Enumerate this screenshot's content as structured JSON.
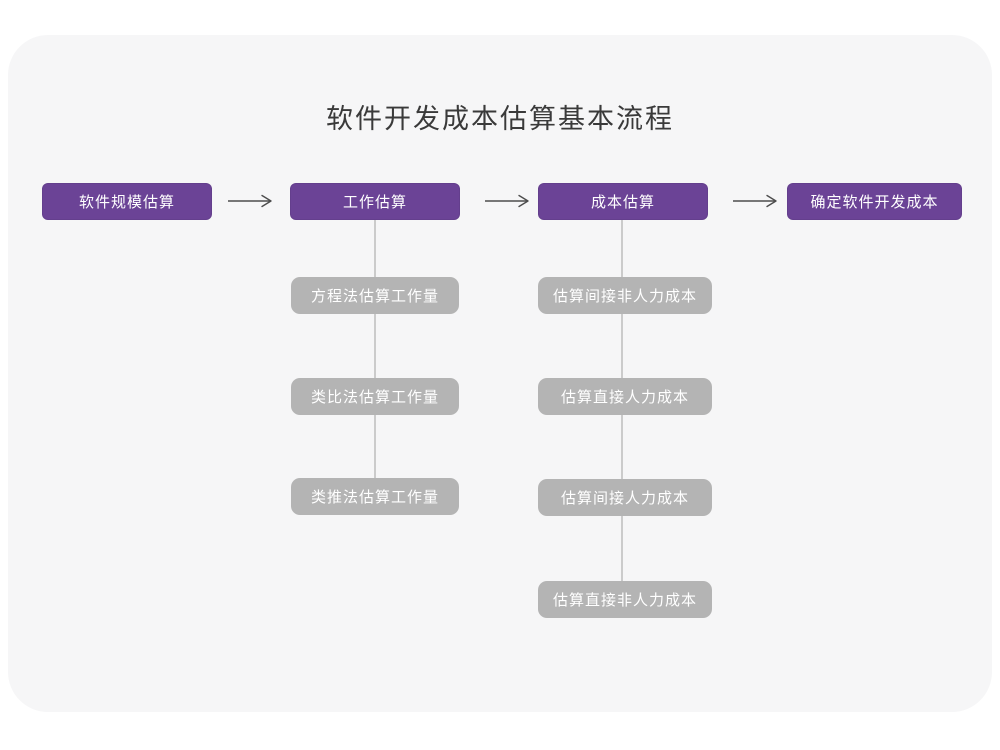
{
  "page": {
    "title": "软件开发成本估算基本流程"
  },
  "colors": {
    "page_background": "#ffffff",
    "card_background": "#f6f6f7",
    "primary": "#6b4396",
    "secondary_box": "#b4b4b4",
    "arrow": "#4d4d4d",
    "connector": "#cbcbcb",
    "title_text": "#3a3a3a",
    "box_text": "#ffffff"
  },
  "flow": {
    "main_nodes": [
      {
        "label": "软件规模估算"
      },
      {
        "label": "工作估算"
      },
      {
        "label": "成本估算"
      },
      {
        "label": "确定软件开发成本"
      }
    ],
    "work_estimation_methods": [
      {
        "label": "方程法估算工作量"
      },
      {
        "label": "类比法估算工作量"
      },
      {
        "label": "类推法估算工作量"
      }
    ],
    "cost_estimation_steps": [
      {
        "label": "估算间接非人力成本"
      },
      {
        "label": "估算直接人力成本"
      },
      {
        "label": "估算间接人力成本"
      },
      {
        "label": "估算直接非人力成本"
      }
    ]
  }
}
